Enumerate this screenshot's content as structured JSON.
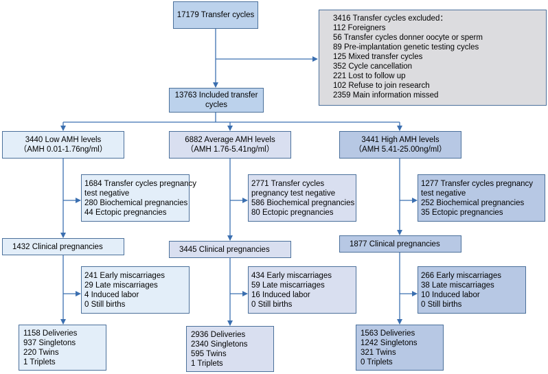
{
  "top": {
    "label": "17179 Transfer cycles"
  },
  "excluded": {
    "title": "3416 Transfer cycles excluded：",
    "items": [
      "112 Foreigners",
      "56 Transfer cycles donner oocyte or sperm",
      "89  Pre-implantation genetic testing cycles",
      "125 Mixed transfer cycles",
      "352 Cycle cancellation",
      "221 Lost to follow up",
      "102  Refuse to join research",
      "2359 Main information missed"
    ]
  },
  "included": {
    "line1": "13763 Included transfer",
    "line2": "cycles"
  },
  "groups": [
    {
      "amh": {
        "line1": "3440 Low AMH levels",
        "line2": "（AMH 0.01-1.76ng/ml）"
      },
      "negative": {
        "lines": [
          "1684 Transfer cycles pregnancy",
          "test negative",
          "280 Biochemical pregnancies",
          "44 Ectopic pregnancies"
        ]
      },
      "clinical": "1432 Clinical pregnancies",
      "losses": {
        "lines": [
          "241 Early miscarriages",
          "29 Late miscarriages",
          "4 Induced labor",
          "0 Still births"
        ]
      },
      "deliveries": {
        "lines": [
          "1158 Deliveries",
          "937 Singletons",
          "220 Twins",
          "1 Triplets"
        ]
      }
    },
    {
      "amh": {
        "line1": "6882 Average AMH levels",
        "line2": "（AMH 1.76-5.41ng/ml）"
      },
      "negative": {
        "lines": [
          "2771 Transfer cycles",
          "pregnancy test negative",
          "586 Biochemical pregnancies",
          "80 Ectopic pregnancies"
        ]
      },
      "clinical": "3445 Clinical pregnancies",
      "losses": {
        "lines": [
          "434 Early miscarriages",
          "59 Late miscarriages",
          "16 Induced labor",
          "0 Still births"
        ]
      },
      "deliveries": {
        "lines": [
          "2936 Deliveries",
          "2340 Singletons",
          "595 Twins",
          "1 Triplets"
        ]
      }
    },
    {
      "amh": {
        "line1": "3441 High AMH levels",
        "line2": "（AMH 5.41-25.00ng/ml）"
      },
      "negative": {
        "lines": [
          "1277 Transfer cycles pregnancy",
          "test negative",
          "252 Biochemical pregnancies",
          "35 Ectopic pregnancies"
        ]
      },
      "clinical": "1877 Clinical pregnancies",
      "losses": {
        "lines": [
          "266 Early miscarriages",
          "38 Late miscarriages",
          "10 Induced labor",
          "0 Still births"
        ]
      },
      "deliveries": {
        "lines": [
          "1563 Deliveries",
          "1242 Singletons",
          "321 Twins",
          "0 Triplets"
        ]
      }
    }
  ]
}
